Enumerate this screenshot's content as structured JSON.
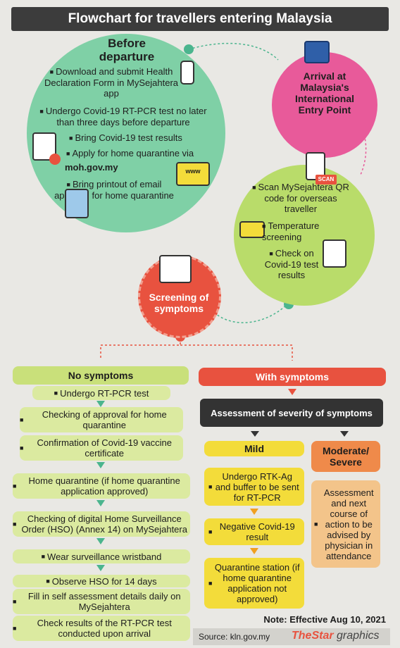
{
  "title": "Flowchart for travellers entering Malaysia",
  "before_departure": {
    "heading": "Before departure",
    "items": [
      "Download and submit Health Declaration Form in MySejahtera app",
      "Undergo Covid-19 RT-PCR test no later than three days before departure",
      "Bring Covid-19 test results",
      "Apply for home quarantine via",
      "moh.gov.my",
      "Bring printout of email approval for home quarantine"
    ]
  },
  "arrival": {
    "heading": "Arrival at Malaysia's International Entry Point"
  },
  "entry_checks": {
    "items": [
      "Scan MySejahtera QR code for overseas traveller",
      "Temperature screening",
      "Check on Covid-19 test results"
    ],
    "scan_label": "SCAN"
  },
  "screening": {
    "heading": "Screening of symptoms"
  },
  "no_symptoms": {
    "heading": "No symptoms",
    "steps": [
      "Undergo RT-PCR test",
      "Checking of approval for home quarantine",
      "Confirmation of Covid-19 vaccine certificate",
      "Home quarantine (if home quarantine application approved)",
      "Checking of digital Home Surveillance Order (HSO) (Annex 14) on MySejahtera",
      "Wear surveillance wristband",
      "Observe HSO for 14 days",
      "Fill in self assessment details daily on MySejahtera",
      "Check results of the RT-PCR test conducted upon arrival"
    ]
  },
  "with_symptoms": {
    "heading": "With symptoms",
    "assessment": "Assessment of severity of symptoms",
    "mild": {
      "heading": "Mild",
      "steps": [
        "Undergo RTK-Ag and buffer to be sent for RT-PCR",
        "Negative Covid-19 result",
        "Quarantine station (if home quarantine application not approved)"
      ]
    },
    "severe": {
      "heading": "Moderate/ Severe",
      "step": "Assessment and next course of action to be advised by physician in attendance"
    }
  },
  "note": "Note: Effective Aug 10, 2021",
  "source": "Source: kln.gov.my",
  "brand": "TheStar",
  "brand_suffix": "graphics",
  "www_label": "www",
  "colors": {
    "green_circle": "#7fd0a6",
    "pink_circle": "#e85a9a",
    "lime_circle": "#b9dc6a",
    "red_circle": "#e8523f",
    "dark": "#3c3c3c"
  }
}
